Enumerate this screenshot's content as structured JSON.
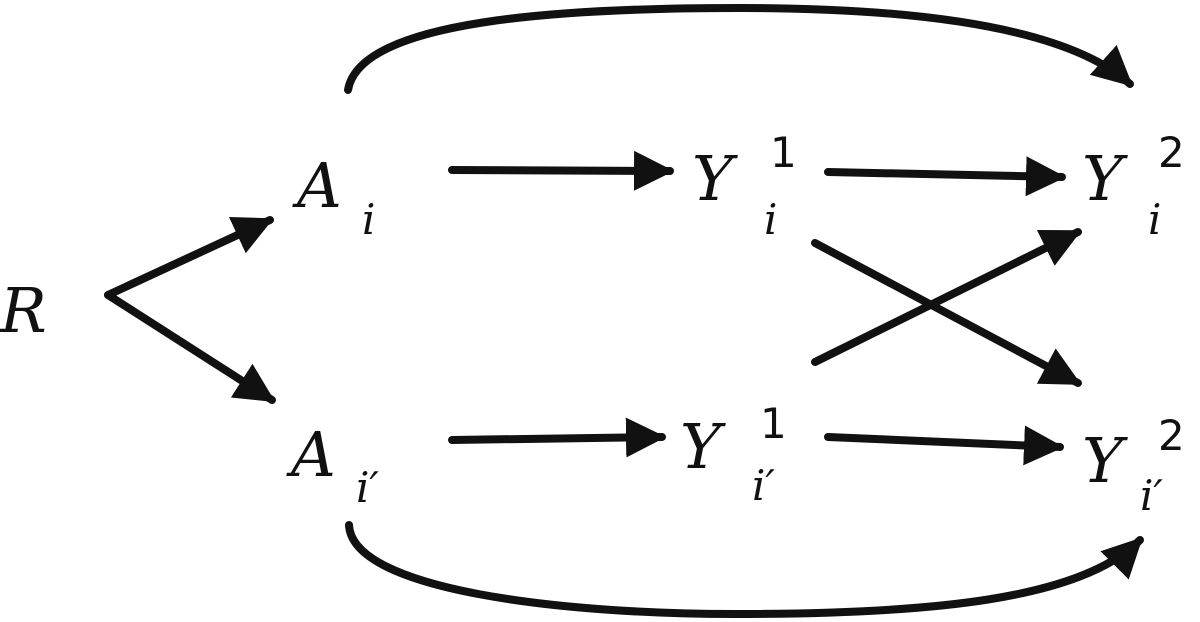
{
  "nodes": {
    "R": {
      "letter": "R",
      "sub": "",
      "sup": ""
    },
    "A_i": {
      "letter": "A",
      "sub": "i",
      "sup": ""
    },
    "A_ip": {
      "letter": "A",
      "sub": "i′",
      "sup": ""
    },
    "Y1_i": {
      "letter": "Y",
      "sub": "i",
      "sup": "1"
    },
    "Y1_ip": {
      "letter": "Y",
      "sub": "i′",
      "sup": "1"
    },
    "Y2_i": {
      "letter": "Y",
      "sub": "i",
      "sup": "2"
    },
    "Y2_ip": {
      "letter": "Y",
      "sub": "i′",
      "sup": "2"
    }
  },
  "edges": [
    {
      "from": "R",
      "to": "A_i"
    },
    {
      "from": "R",
      "to": "A_ip"
    },
    {
      "from": "A_i",
      "to": "Y1_i"
    },
    {
      "from": "A_ip",
      "to": "Y1_ip"
    },
    {
      "from": "Y1_i",
      "to": "Y2_i"
    },
    {
      "from": "Y1_ip",
      "to": "Y2_ip"
    },
    {
      "from": "Y1_i",
      "to": "Y2_ip"
    },
    {
      "from": "Y1_ip",
      "to": "Y2_i"
    },
    {
      "from": "A_i",
      "to": "Y2_i"
    },
    {
      "from": "A_ip",
      "to": "Y2_ip"
    }
  ],
  "style": {
    "ink_color": "#111111",
    "background_color": "#ffffff"
  }
}
